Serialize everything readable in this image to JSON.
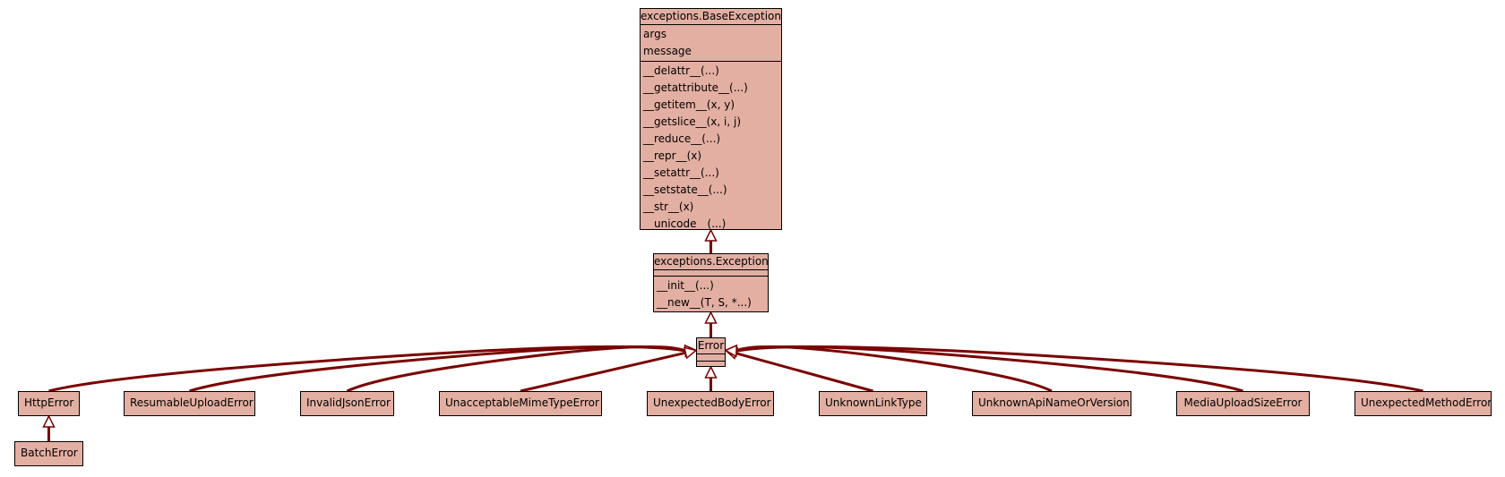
{
  "diagram": {
    "base_exception": {
      "name": "exceptions.BaseException",
      "attributes": [
        "args",
        "message"
      ],
      "methods": [
        "__delattr__(...)",
        "__getattribute__(...)",
        "__getitem__(x, y)",
        "__getslice__(x, i, j)",
        "__reduce__(...)",
        "__repr__(x)",
        "__setattr__(...)",
        "__setstate__(...)",
        "__str__(x)",
        "__unicode__(...)"
      ]
    },
    "exception": {
      "name": "exceptions.Exception",
      "methods": [
        "__init__(...)",
        "__new__(T, S, *...)"
      ]
    },
    "error": {
      "name": "Error"
    },
    "subclasses": [
      "HttpError",
      "ResumableUploadError",
      "InvalidJsonError",
      "UnacceptableMimeTypeError",
      "UnexpectedBodyError",
      "UnknownLinkType",
      "UnknownApiNameOrVersion",
      "MediaUploadSizeError",
      "UnexpectedMethodError"
    ],
    "batch_error": {
      "name": "BatchError"
    }
  },
  "colors": {
    "class_fill": "#e3afa2",
    "edge": "#7a0000",
    "border": "#000000"
  }
}
